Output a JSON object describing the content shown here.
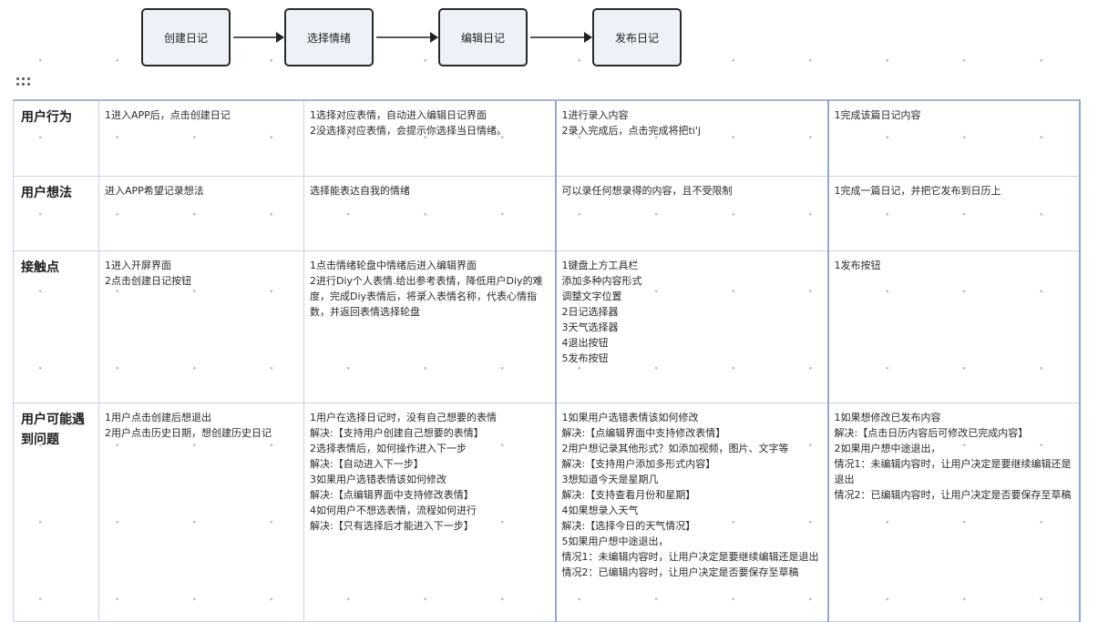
{
  "flow": {
    "steps": [
      "创建日记",
      "选择情绪",
      "编辑日记",
      "发布日记"
    ]
  },
  "table": {
    "rows": [
      {
        "header": "用户行为",
        "cells": [
          [
            "1进入APP后，点击创建日记"
          ],
          [
            "1选择对应表情，自动进入编辑日记界面",
            "2没选择对应表情，会提示你选择当日情绪。"
          ],
          [
            "1进行录入内容",
            "2录入完成后，点击完成将把ti'j"
          ],
          [
            "1完成该篇日记内容"
          ]
        ]
      },
      {
        "header": "用户想法",
        "cells": [
          [
            "进入APP希望记录想法"
          ],
          [
            "选择能表达自我的情绪"
          ],
          [
            "可以录任何想录得的内容，且不受限制"
          ],
          [
            "1完成一篇日记，并把它发布到日历上"
          ]
        ]
      },
      {
        "header": "接触点",
        "cells": [
          [
            "1进入开屏界面",
            "2点击创建日记按钮"
          ],
          [
            "1点击情绪轮盘中情绪后进入编辑界面",
            "2进行Diy个人表情.给出参考表情，降低用户Diy的难度，完成Diy表情后，将录入表情名称，代表心情指数，并返回表情选择轮盘"
          ],
          [
            "1键盘上方工具栏",
            "添加多种内容形式",
            "调整文字位置",
            "2日记选择器",
            "3天气选择器",
            "4退出按钮",
            "5发布按钮"
          ],
          [
            "1发布按钮"
          ]
        ]
      },
      {
        "header": "用户可能遇到问题",
        "cells": [
          [
            "1用户点击创建后想退出",
            "2用户点击历史日期，想创建历史日记"
          ],
          [
            "1用户在选择日记时，没有自己想要的表情",
            "解决:【支持用户创建自己想要的表情】",
            "2选择表情后，如何操作进入下一步",
            "解决:【自动进入下一步】",
            "3如果用户选错表情该如何修改",
            "解决:【点编辑界面中支持修改表情】",
            "4如何用户不想选表情，流程如何进行",
            "解决:【只有选择后才能进入下一步】"
          ],
          [
            "1如果用户选错表情该如何修改",
            "解决:【点编辑界面中支持修改表情】",
            "2用户想记录其他形式？如添加视频，图片、文字等",
            "解决:【支持用户添加多形式内容】",
            "3想知道今天是星期几",
            "解决:【支持查看月份和星期】",
            "4如果想录入天气",
            "解决:【选择今日的天气情况】",
            "5如果用户想中途退出，",
            "情况1：未编辑内容时，让用户决定是要继续编辑还是退出",
            "情况2：已编辑内容时，让用户决定是否要保存至草稿"
          ],
          [
            "1如果想修改已发布内容",
            "解决:【点击日历内容后可修改已完成内容】",
            "2如果用户想中途退出，",
            "情况1：未编辑内容时，让用户决定是要继续编辑还是退出",
            "情况2：已编辑内容时，让用户决定是否要保存至草稿"
          ]
        ]
      }
    ]
  }
}
